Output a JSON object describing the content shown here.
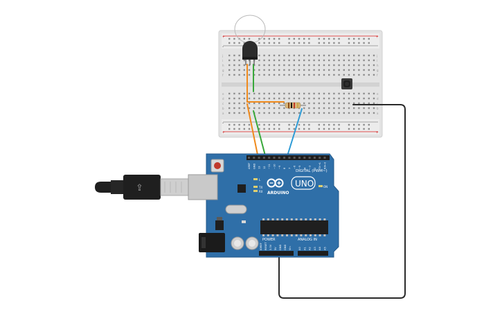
{
  "board": {
    "brand": "ARDUINO",
    "model": "UNO",
    "digital_header_label": "DIGITAL (PWM~)",
    "power_header_label": "POWER",
    "analog_header_label": "ANALOG IN",
    "on_label": "ON",
    "led_l_label": "L",
    "led_tx_label": "TX",
    "led_rx_label": "RX",
    "digital_pins": [
      "AREF",
      "GND",
      "13",
      "12",
      "~11",
      "~10",
      "~9",
      "8",
      "7",
      "~6",
      "~5",
      "4",
      "~3",
      "2",
      "TX→1",
      "RX←0"
    ],
    "power_pins": [
      "IOREF",
      "RESET",
      "3.3V",
      "5V",
      "GND",
      "GND",
      "Vin"
    ],
    "analog_pins": [
      "A0",
      "A1",
      "A2",
      "A3",
      "A4",
      "A5"
    ]
  },
  "breadboard": {
    "rail_plus": "+",
    "rail_minus": "-",
    "row_letters_top": [
      "j",
      "i",
      "h",
      "g",
      "f"
    ],
    "row_letters_bottom": [
      "e",
      "d",
      "c",
      "b",
      "a"
    ]
  },
  "colors": {
    "board_blue": "#2f6fa8",
    "wire_orange": "#f08a1c",
    "wire_green": "#38a83a",
    "wire_blue": "#2d9bd6",
    "wire_black": "#2a2a2a"
  }
}
